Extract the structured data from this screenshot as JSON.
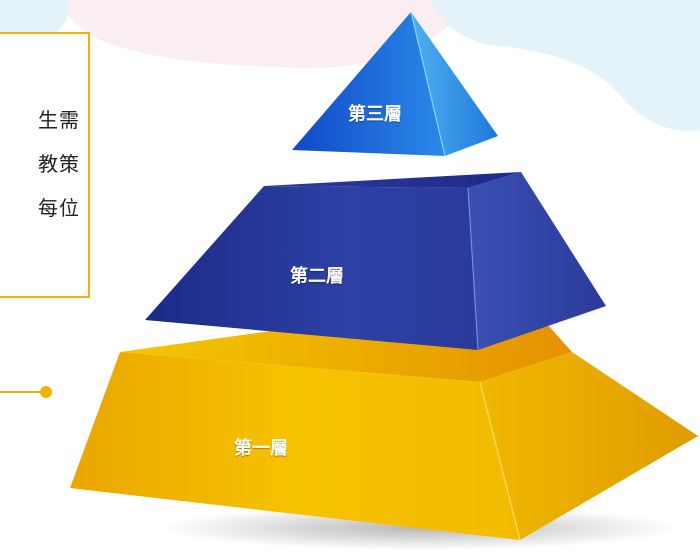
{
  "text_box": {
    "lines": [
      "生需",
      "教策",
      "每位"
    ]
  },
  "pyramid": {
    "tiers": [
      {
        "label": "第三層",
        "color": "#1e6fd6"
      },
      {
        "label": "第二層",
        "color": "#283c9e"
      },
      {
        "label": "第一層",
        "color": "#f2b600"
      }
    ]
  },
  "colors": {
    "accent": "#f0b400",
    "cloud_pink": "#fbeef1",
    "cloud_blue": "#e3f3f9"
  }
}
